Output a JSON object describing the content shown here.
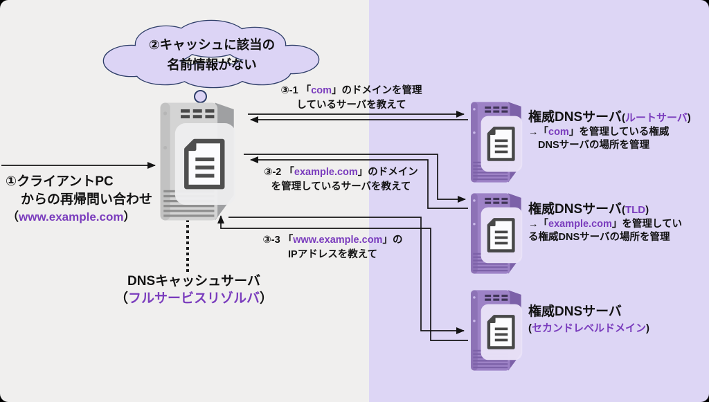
{
  "colors": {
    "accent": "#7a3cbd",
    "bg_left": "#f0efee",
    "bg_right": "#ddd6f5",
    "cloud_fill": "#dcd4f5",
    "cloud_border": "#2e3e68",
    "line": "#141414",
    "server_purple": "#9d82c6",
    "server_gray": "#d4d4d4"
  },
  "icons": {
    "cloud": "thought-cloud-icon",
    "server": "server-tower-icon",
    "document": "document-icon"
  },
  "cloud": {
    "line1": "②キャッシュに該当の",
    "line2": "名前情報がない"
  },
  "client": {
    "line1": "①クライアントPC",
    "line2": "からの再帰問い合わせ",
    "paren_open": "（",
    "url": "www.example.com",
    "paren_close": "）"
  },
  "cache_server": {
    "title": "DNSキャッシュサーバ",
    "paren_open": "（",
    "subtitle": "フルサービスリゾルバ",
    "paren_close": "）"
  },
  "messages": {
    "m1": {
      "prefix": "③-1 「",
      "accent": "com",
      "suffix": "」のドメインを管理",
      "line2": "しているサーバを教えて"
    },
    "m2": {
      "prefix": "③-2 「",
      "accent": "example.com",
      "suffix": "」のドメイン",
      "line2": "を管理しているサーバを教えて"
    },
    "m3": {
      "prefix": "③-3 「",
      "accent": "www.example.com",
      "suffix": "」の",
      "line2": "IPアドレスを教えて"
    }
  },
  "servers": [
    {
      "title": "権威DNSサーバ",
      "tag_open": "(",
      "tag": "ルートサーバ",
      "tag_close": ")",
      "desc1_prefix": "→「",
      "desc1_accent": "com",
      "desc1_suffix": "」を管理している権威",
      "desc2": "DNSサーバの場所を管理"
    },
    {
      "title": "権威DNSサーバ",
      "tag_open": "(",
      "tag": "TLD",
      "tag_close": ")",
      "desc1_prefix": "→「",
      "desc1_accent": "example.com",
      "desc1_suffix": "」を管理してい",
      "desc2": "る権威DNSサーバの場所を管理"
    },
    {
      "title": "権威DNSサーバ",
      "tag_open": "(",
      "tag": "セカンドレベルドメイン",
      "tag_close": ")"
    }
  ]
}
